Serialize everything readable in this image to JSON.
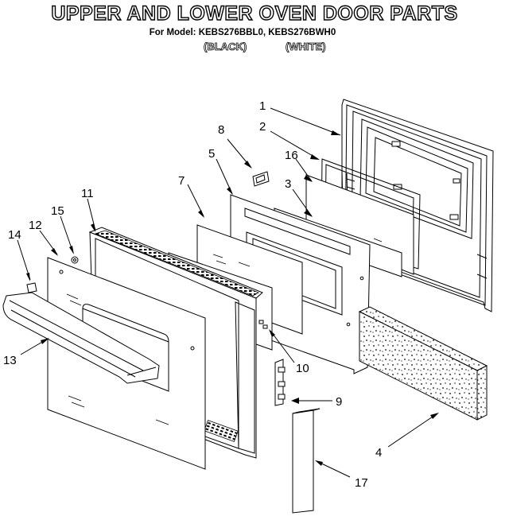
{
  "header": {
    "title": "UPPER AND LOWER OVEN DOOR PARTS",
    "model_line": "For Model: KEBS276BBL0, KEBS276BWH0",
    "variant_black": "(BLACK)",
    "variant_white": "(WHITE)"
  },
  "callouts": {
    "c1": "1",
    "c2": "2",
    "c3": "3",
    "c4": "4",
    "c5": "5",
    "c7": "7",
    "c8": "8",
    "c9": "9",
    "c10": "10",
    "c11": "11",
    "c12": "12",
    "c13": "13",
    "c14": "14",
    "c15": "15",
    "c16": "16",
    "c17": "17"
  }
}
